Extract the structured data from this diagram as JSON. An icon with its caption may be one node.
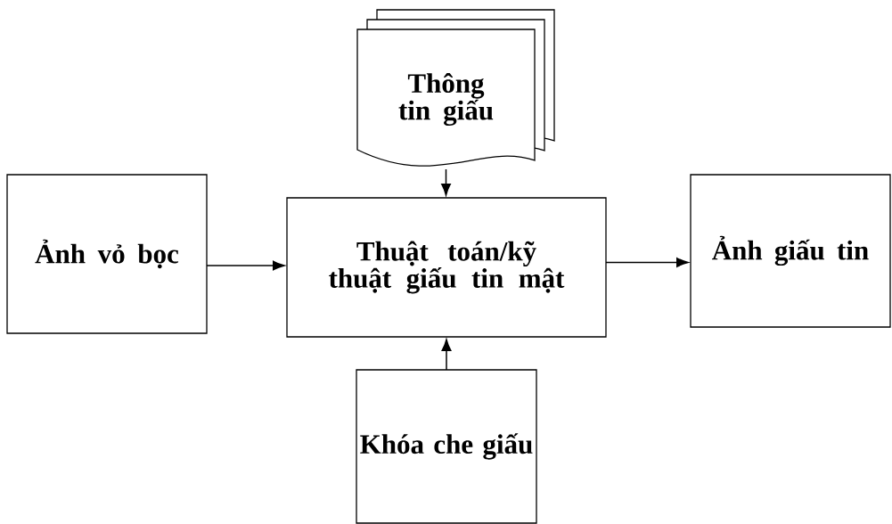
{
  "diagram": {
    "nodes": [
      {
        "text": [
          "Thông tin giấu"
        ]
      },
      {
        "text": [
          "Ảnh vỏ bọc"
        ]
      },
      {
        "text": [
          "Thuật toán/kỹ thuật giấu tin mật"
        ]
      },
      {
        "text": [
          "Ảnh giấu tin"
        ]
      },
      {
        "text": [
          "Khóa che giấu"
        ]
      }
    ],
    "edges": [
      {
        "from": 0,
        "to": 2,
        "arrow": "to"
      },
      {
        "from": 1,
        "to": 2,
        "arrow": "to"
      },
      {
        "from": 2,
        "to": 3,
        "arrow": "to"
      },
      {
        "from": 4,
        "to": 2,
        "arrow": "to"
      }
    ]
  }
}
